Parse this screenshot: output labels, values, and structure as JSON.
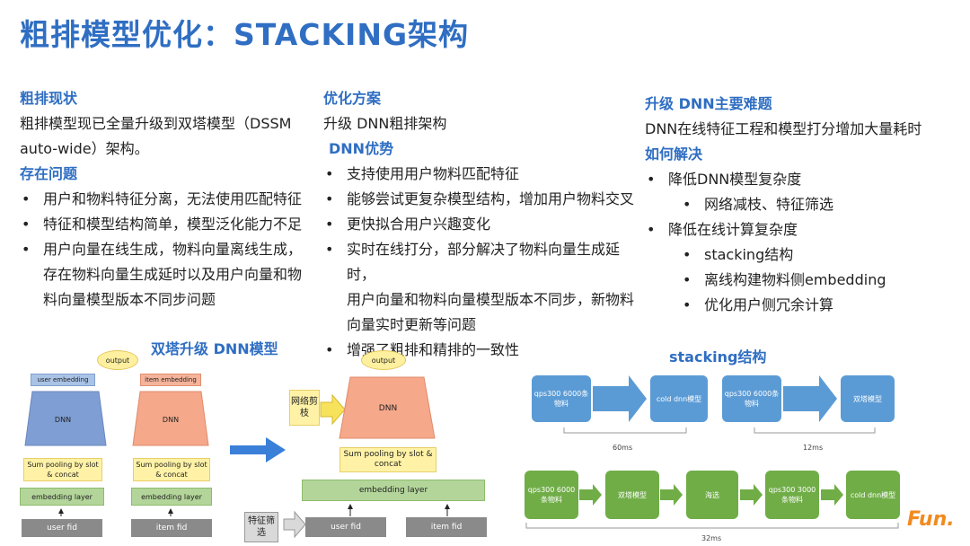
{
  "title": "粗排模型优化：STACKING架构",
  "col1": {
    "h1": "粗排现状",
    "p1": "粗排模型现已全量升级到双塔模型（DSSM",
    "p2": "auto-wide）架构。",
    "h2": "存在问题",
    "items": [
      "用户和物料特征分离，无法使用匹配特征",
      "特征和模型结构简单，模型泛化能力不足"
    ],
    "item3a": "用户向量在线生成，物料向量离线生成，",
    "item3b": "存在物料向量生成延时以及用户向量和物",
    "item3c": "料向量模型版本不同步问题"
  },
  "col2": {
    "h1": "优化方案",
    "p1": "升级 DNN粗排架构",
    "h2": "DNN优势",
    "items": [
      "支持使用用户物料匹配特征",
      "能够尝试更复杂模型结构，增加用户物料交叉",
      "更快拟合用户兴趣变化"
    ],
    "item4a": "实时在线打分，部分解决了物料向量生成延时，",
    "item4b": "用户向量和物料向量模型版本不同步，新物料",
    "item4c": "向量实时更新等问题",
    "item5": "增强了粗排和精排的一致性"
  },
  "col3": {
    "h1": "升级 DNN主要难题",
    "p1": "DNN在线特征工程和模型打分增加大量耗时",
    "h2": "如何解决",
    "item1": "降低DNN模型复杂度",
    "sub1": "网络减枝、特征筛选",
    "item2": "降低在线计算复杂度",
    "sub2": "stacking结构",
    "sub3": "离线构建物料侧embedding",
    "sub4": "优化用户侧冗余计算"
  },
  "diagram1": {
    "caption": "双塔升级 DNN模型",
    "output": "output",
    "user_embedding": "user embedding",
    "item_embedding": "item embedding",
    "dnn": "DNN",
    "sum_pooling": "Sum pooling by slot & concat",
    "embedding_layer": "embedding layer",
    "user_fid": "user fid",
    "item_fid": "item fid"
  },
  "diagram2": {
    "output": "output",
    "dnn": "DNN",
    "prune": "网络剪枝",
    "sum_pooling": "Sum pooling by slot & concat",
    "embedding_layer": "embedding layer",
    "feature_select": "特征筛选",
    "user_fid": "user fid",
    "item_fid": "item fid"
  },
  "diagram3": {
    "caption": "stacking结构",
    "blue1": "qps300 6000条物料",
    "blue2": "cold dnn模型",
    "blue3": "qps300 6000条物料",
    "blue4": "双塔模型",
    "ms1": "60ms",
    "ms2": "12ms",
    "g1": "qps300 6000条物料",
    "g2": "双塔模型",
    "g3": "海选",
    "g4": "qps300 3000条物料",
    "g5": "cold dnn模型",
    "ms3": "32ms"
  },
  "logo": "Fun."
}
